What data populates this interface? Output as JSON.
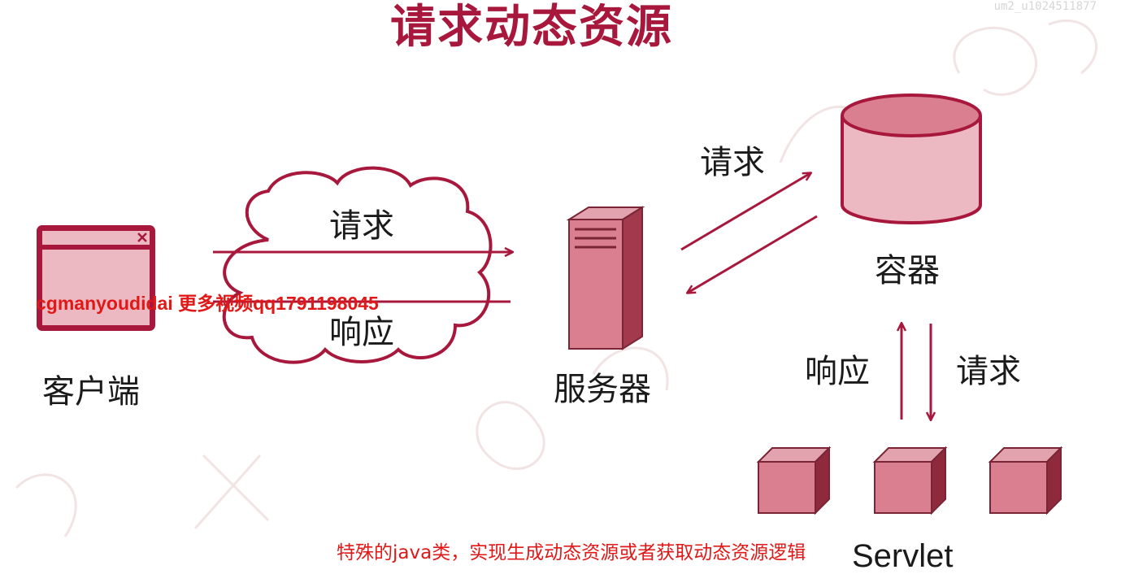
{
  "title": "请求动态资源",
  "corner_text": "um2_u1024511877",
  "watermark_text": "cgmanyoudidai 更多视频qq1791198045",
  "nodes": {
    "client": "客户端",
    "server": "服务器",
    "container": "容器",
    "servlet": "Servlet"
  },
  "arrows": {
    "client_request": "请求",
    "client_response": "响应",
    "server_request": "请求",
    "container_response": "响应",
    "container_request": "请求"
  },
  "caption": "特殊的java类，实现生成动态资源或者获取动态资源逻辑",
  "colors": {
    "accent": "#a8183c",
    "shape_fill": "#d97f8f",
    "shape_light": "#ecb9c2",
    "shape_dark": "#8e2a3c",
    "watermark": "#e01818"
  },
  "icons": [
    "browser-window-icon",
    "cloud-icon",
    "server-tower-icon",
    "database-cylinder-icon",
    "cube-icon"
  ]
}
